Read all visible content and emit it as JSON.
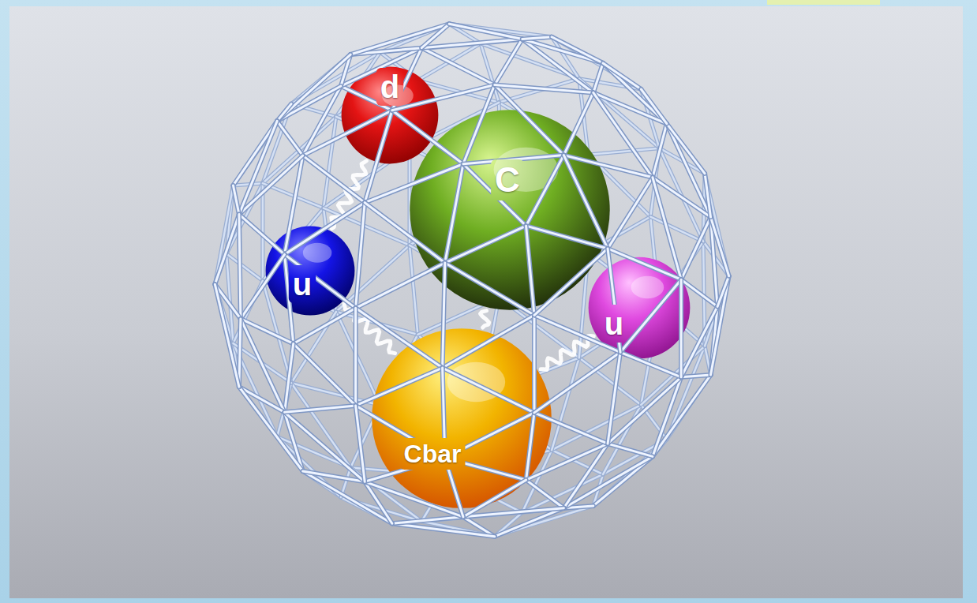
{
  "diagram": {
    "nodes": [
      {
        "text": [
          "d"
        ]
      },
      {
        "text": [
          "C"
        ]
      },
      {
        "text": [
          "u"
        ]
      },
      {
        "text": [
          "u"
        ]
      },
      {
        "text": [
          "Cbar"
        ]
      }
    ],
    "edges": [
      {
        "from": 0,
        "to": 2,
        "arrow": "none"
      },
      {
        "from": 2,
        "to": 4,
        "arrow": "none"
      },
      {
        "from": 1,
        "to": 4,
        "arrow": "none"
      },
      {
        "from": 4,
        "to": 3,
        "arrow": "none"
      }
    ]
  }
}
